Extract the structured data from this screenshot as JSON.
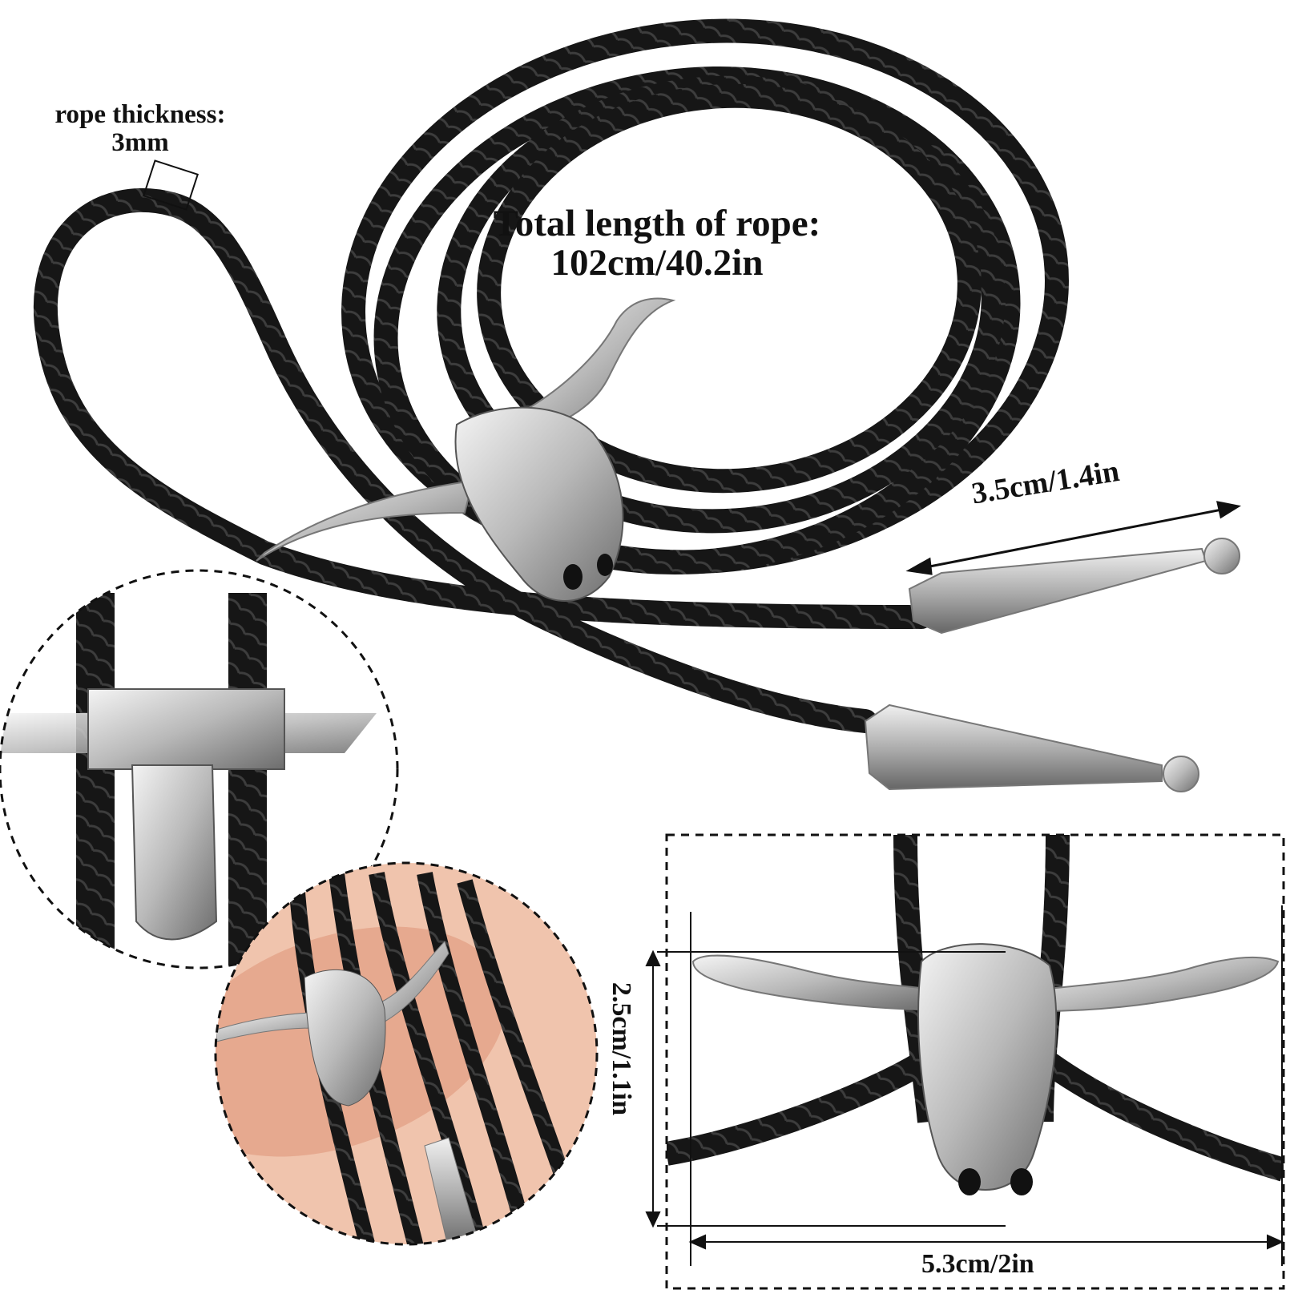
{
  "labels": {
    "rope_thickness_line1": "rope thickness:",
    "rope_thickness_line2": "3mm",
    "total_length_line1": "Total length of rope:",
    "total_length_line2": "102cm/40.2in",
    "tip_length": "3.5cm/1.4in",
    "pendant_height": "2.5cm/1.1in",
    "pendant_width": "5.3cm/2in"
  },
  "colors": {
    "rope": "#161616",
    "rope_highlight": "#3a3a3a",
    "silver": "#c9c9c9",
    "silver_dark": "#7d7d7d",
    "skin": "#e9b29a",
    "background": "#ffffff"
  }
}
